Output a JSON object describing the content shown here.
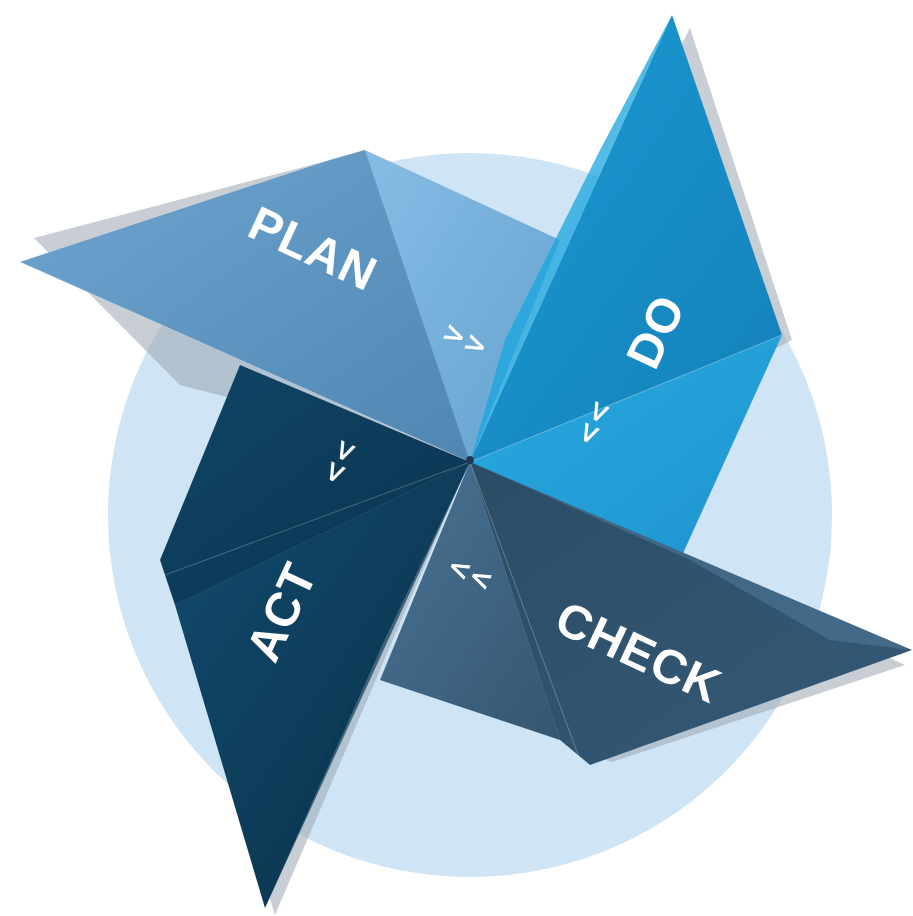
{
  "diagram": {
    "phases": {
      "plan": "PLAN",
      "do": "DO",
      "check": "CHECK",
      "act": "ACT"
    },
    "arrows": {
      "plan_to_do": ">>",
      "do_to_check": "<<",
      "check_to_act": "<<",
      "act_to_plan": "<<"
    },
    "colors": {
      "background_circle": "#cfe4f5",
      "plan": "#5d95c0",
      "do": "#1992c9",
      "check": "#2d4d66",
      "act": "#0e3d5c"
    }
  }
}
